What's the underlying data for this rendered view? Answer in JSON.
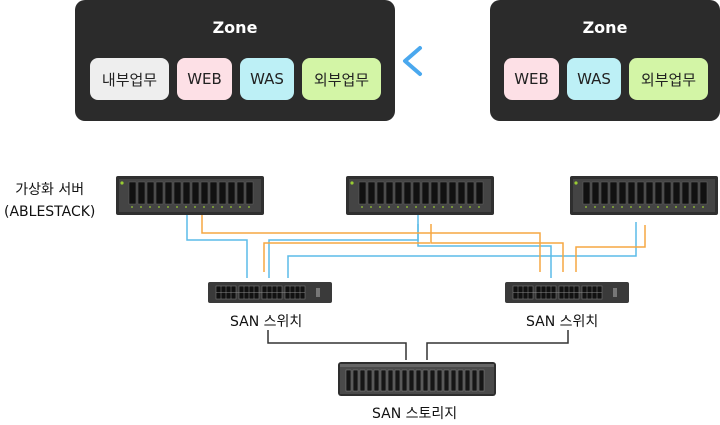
{
  "zones": {
    "left": {
      "title": "Zone",
      "chips": [
        {
          "label": "내부업무",
          "color": "#eeeeee"
        },
        {
          "label": "WEB",
          "color": "#fde0e6"
        },
        {
          "label": "WAS",
          "color": "#bdf0f6"
        },
        {
          "label": "외부업무",
          "color": "#d3f5a6"
        }
      ]
    },
    "right": {
      "title": "Zone",
      "chips": [
        {
          "label": "WEB",
          "color": "#fde0e6"
        },
        {
          "label": "WAS",
          "color": "#bdf0f6"
        },
        {
          "label": "외부업무",
          "color": "#d3f5a6"
        }
      ]
    },
    "arrow_color": "#4aa8ee"
  },
  "servers": {
    "label_line1": "가상화 서버",
    "label_line2": "(ABLESTACK)"
  },
  "switches": {
    "left_label": "SAN 스위치",
    "right_label": "SAN 스위치"
  },
  "storage": {
    "label": "SAN 스토리지"
  },
  "colors": {
    "zone_bg": "#2b2b2b",
    "blue_line": "#5bbce8",
    "orange_line": "#f5a742",
    "storage_line": "#333333"
  }
}
